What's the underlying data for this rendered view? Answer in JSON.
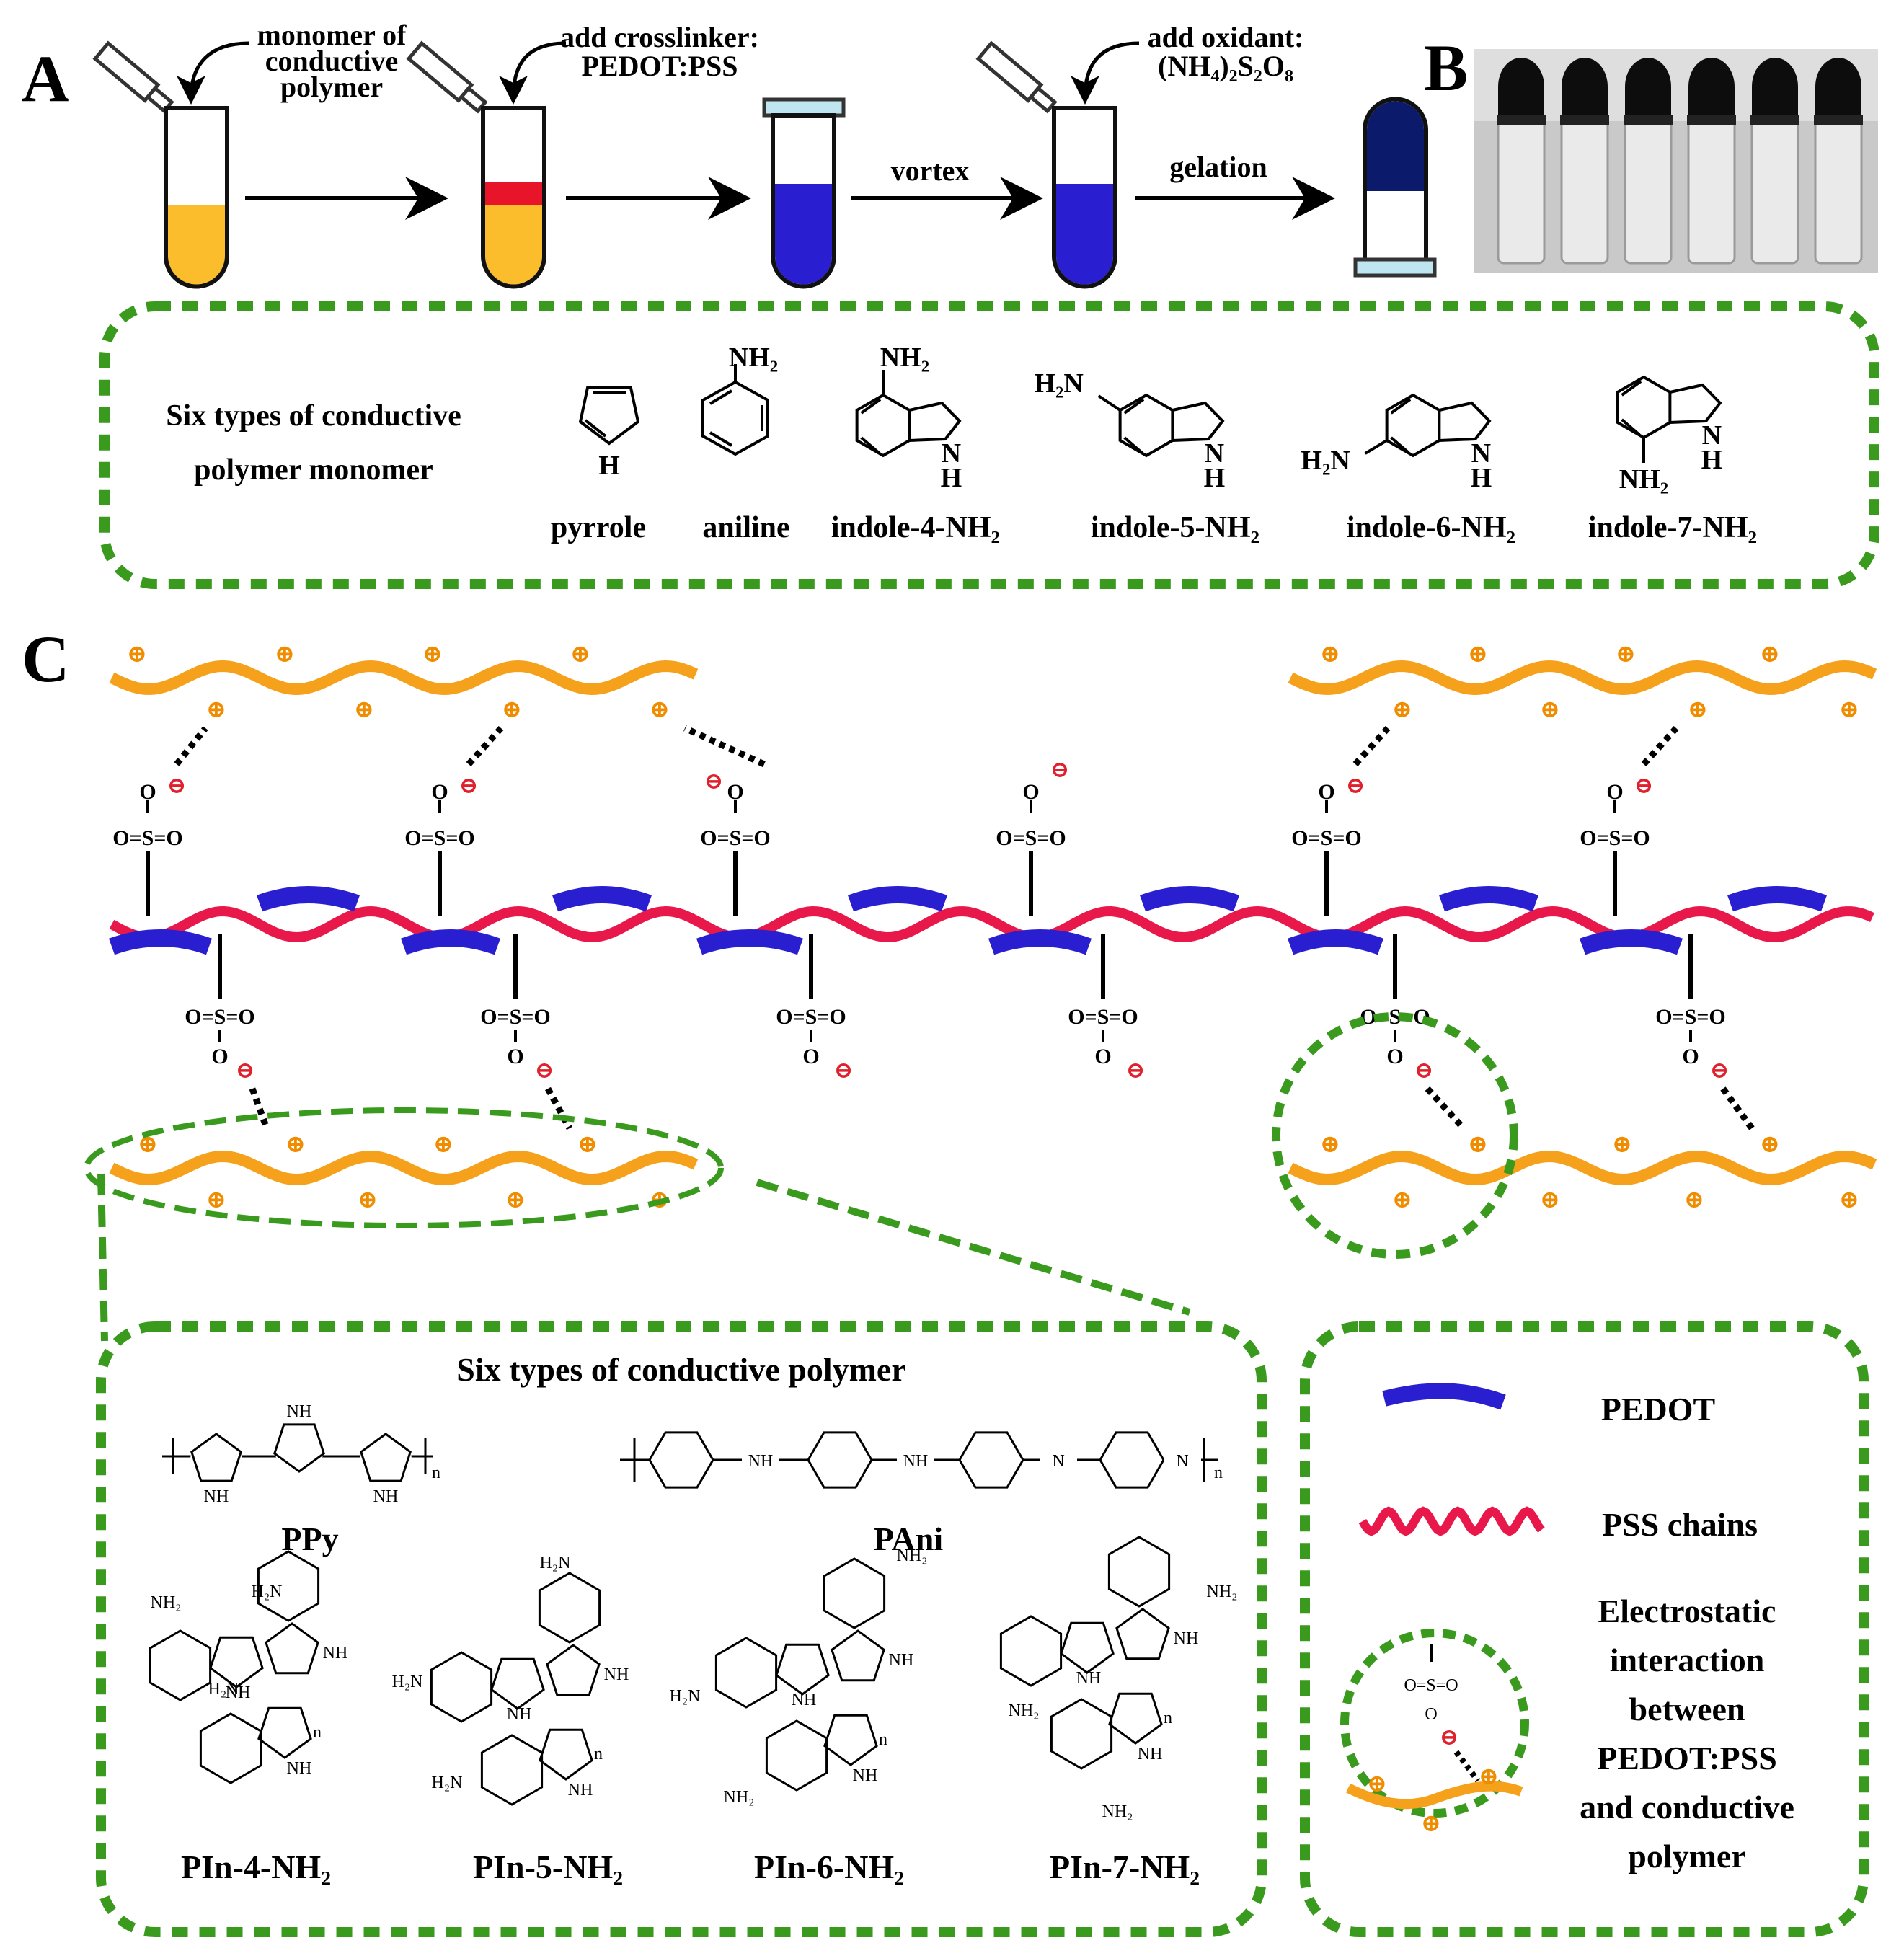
{
  "panels": {
    "a": "A",
    "b": "B",
    "c": "C"
  },
  "step_labels": {
    "monomer": [
      "monomer of",
      "conductive",
      "polymer"
    ],
    "crosslinker": [
      "add crosslinker:",
      "PEDOT:PSS"
    ],
    "oxidant": [
      "add oxidant:",
      "(NH₄)₂S₂O₈"
    ],
    "vortex": "vortex",
    "gelation": "gelation"
  },
  "monomer_box": {
    "title_lines": [
      "Six types of conductive",
      "polymer monomer"
    ],
    "nh2": "NH₂",
    "h2n": "H₂N",
    "h": "H",
    "n": "N",
    "names": [
      "pyrrole",
      "aniline",
      "indole-4-NH₂",
      "indole-5-NH₂",
      "indole-6-NH₂",
      "indole-7-NH₂"
    ]
  },
  "network": {
    "o": "O",
    "sulfonate_row": "O=S=O",
    "minus_sign": "⊖",
    "plus_sign": "⊕"
  },
  "polymer_box": {
    "title": "Six types of conductive polymer",
    "names": [
      "PPy",
      "PAni",
      "PIn-4-NH₂",
      "PIn-5-NH₂",
      "PIn-6-NH₂",
      "PIn-7-NH₂"
    ],
    "nh": "NH",
    "n_label": "N",
    "subscript_n": "n",
    "amine": "NH₂",
    "amine_left": "H₂N"
  },
  "legend": {
    "pedot": "PEDOT",
    "pss": "PSS chains",
    "interaction": [
      "Electrostatic",
      "interaction",
      "between",
      "PEDOT:PSS",
      "and conductive",
      "polymer"
    ]
  },
  "colors": {
    "orange": "#f5a11c",
    "blue": "#2a1fd0",
    "navy": "#0c1a6b",
    "red": "#e8194a",
    "green": "#3a9a1e",
    "yellow": "#fcbd2c"
  }
}
